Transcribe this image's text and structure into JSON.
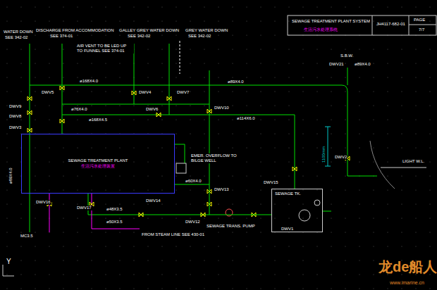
{
  "diagram": {
    "nodes": [
      {
        "text": [
          "SEWAGE TREATMENT PLANT",
          "生活污水处理装置"
        ]
      },
      {
        "text": [
          "SEWAGE TK."
        ]
      }
    ],
    "edges": [
      {
        "from": 0,
        "to": 1,
        "arrow": "none"
      }
    ],
    "labels": [
      "SEWAGE TREATMENT PLANT SYSTEM",
      "生活污水处理系统",
      "JH4117-682-01",
      "PAGE",
      "7/7",
      "WATER DOWN",
      "SEE 342-02",
      "DISCHARGE FROM ACCOMMODATION",
      "SEE 374-01",
      "AIR VENT TO BE LED UP TO FUNNEL SEE 374-01",
      "GALLEY GREY WATER DOWN",
      "SEE 342-02",
      "GREY WATER DOWN",
      "SEE 342-02",
      "S.B.W.",
      "DWV21",
      "ø89X4.0",
      "ø89X4.0",
      "ø168X4.0",
      "ø76X4.0",
      "ø168X4.5",
      "ø114X6.0",
      "DWV5",
      "DWV4",
      "DWV7",
      "DWV6",
      "DWV10",
      "DWV9",
      "DWV8",
      "DWV3",
      "DWV2",
      "DWV1",
      "DWV13",
      "DWV12",
      "DWV14",
      "DWV15",
      "DWV16",
      "DWV17",
      "ø60X4.0",
      "ø48X3.5",
      "ø50X3.5",
      "SEWAGE TRANS. PUMP",
      "EMER. OVERFLOW TO BILGE WELL",
      "FROM STEAM LINE SEE 430-01",
      "LIGHT W.L.",
      "MC3.5",
      "1100mm",
      "ø89X4.0",
      "Y",
      "龙de船人",
      "www.imarine.cn"
    ]
  }
}
